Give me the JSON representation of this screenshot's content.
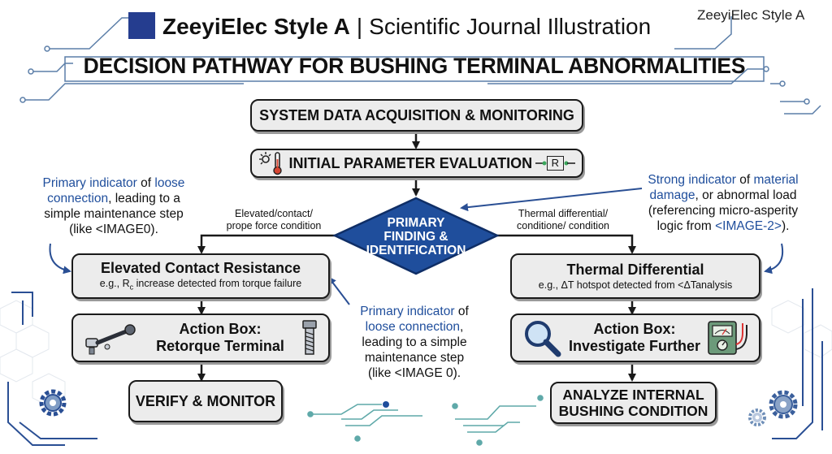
{
  "header": {
    "brand": "ZeeyiElec Style A",
    "separator": "|",
    "subtitle": "Scientific Journal Illustration",
    "corner_label": "ZeeyiElec Style A",
    "main_title": "DECISION PATHWAY FOR BUSHING TERMINAL ABNORMALITIES"
  },
  "flow": {
    "acquisition": "SYSTEM DATA ACQUISITION & MONITORING",
    "evaluation": "INITIAL PARAMETER EVALUATION",
    "evaluation_resistor_label": "R",
    "decision": [
      "PRIMARY",
      "FINDING &",
      "IDENTIFICATION"
    ],
    "left_condition": [
      "Elevated/contact/",
      "prope force condition"
    ],
    "right_condition": [
      "Thermal differential/",
      "conditione/ condition"
    ],
    "left_title": "Elevated Contact Resistance",
    "left_sub_prefix": "e.g., R",
    "left_sub_subscript": "c",
    "left_sub_suffix": " increase detected from torque failure",
    "right_title": "Thermal Differential",
    "right_sub": "e.g., ΔT hotspot detected from <ΔTanalysis",
    "left_action": [
      "Action Box:",
      "Retorque Terminal"
    ],
    "right_action": [
      "Action Box:",
      "Investigate Further"
    ],
    "left_final": "VERIFY & MONITOR",
    "right_final": [
      "ANALYZE INTERNAL",
      "BUSHING CONDITION"
    ]
  },
  "notes": {
    "left_top": {
      "line1_a": "Primary indicator",
      "line1_b": " of ",
      "line1_c": "loose",
      "line2_a": "connection",
      "line2_b": ", leading to a",
      "line3": "simple maintenance step",
      "line4": "(like <IMAGE0)."
    },
    "middle": {
      "line1_a": "Primary indicator",
      "line1_b": " of",
      "line2": "loose connection",
      "line2_b": ",",
      "line3": "leading to a simple",
      "line4": "maintenance step",
      "line5": "(like <IMAGE 0)."
    },
    "right_top": {
      "line1_a": "Strong indicator",
      "line1_b": " of ",
      "line1_c": "material",
      "line2_a": "damage",
      "line2_b": ", or abnormal load",
      "line3": "(referencing micro-asperity",
      "line4_a": "logic from ",
      "line4_b": "<IMAGE-2>",
      "line4_c": ")."
    }
  },
  "icons": [
    "thermometer-sun-icon",
    "resistor-icon",
    "wrench-icon",
    "bolt-icon",
    "magnifier-icon",
    "multimeter-icon",
    "gear-icon",
    "circuit-trace-icon"
  ],
  "colors": {
    "accent_blue": "#1f4e9c",
    "diamond_fill": "#1f4e9c",
    "box_fill": "#ececec",
    "teal": "#5fb3b3",
    "brand_square": "#253d8f"
  }
}
